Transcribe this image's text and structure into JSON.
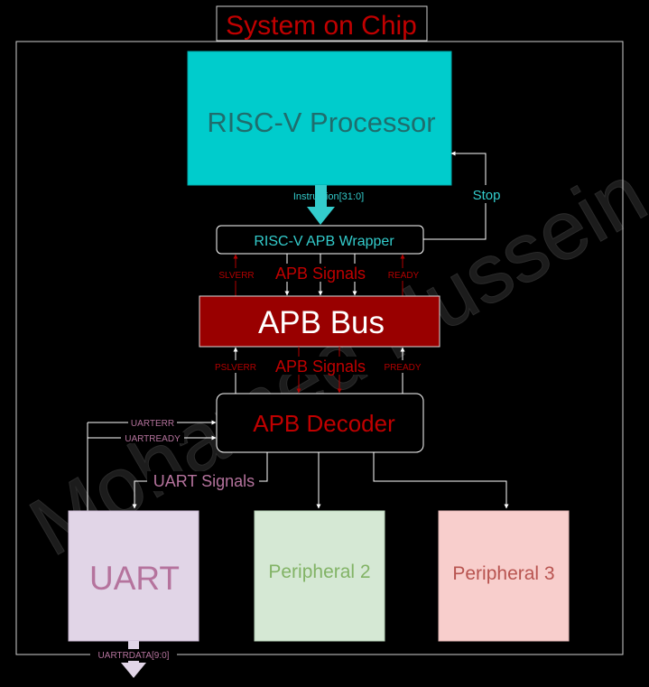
{
  "title": "System on Chip",
  "watermark": "Mohamed Hussein",
  "blocks": {
    "processor": "RISC-V Processor",
    "wrapper": "RISC-V APB Wrapper",
    "bus": "APB Bus",
    "decoder": "APB Decoder",
    "uart": "UART",
    "peripheral2": "Peripheral 2",
    "peripheral3": "Peripheral 3"
  },
  "signals": {
    "instruction": "Instruction[31:0]",
    "stop": "Stop",
    "apb_signals_top": "APB Signals",
    "apb_signals_bottom": "APB Signals",
    "slverr": "SLVERR",
    "ready": "READY",
    "pslverr": "PSLVERR",
    "pready": "PREADY",
    "uarterr": "UARTERR",
    "uartready": "UARTREADY",
    "uart_signals": "UART Signals",
    "uartrdata": "UARTRDATA[9:0]"
  },
  "colors": {
    "background": "#000000",
    "processor_fill": "#00cccc",
    "processor_text": "#1f6d6d",
    "accent_cyan": "#33cccc",
    "bus_fill": "#990000",
    "dark_red": "#b20000",
    "red_text": "#e03a3a",
    "uart_fill": "#e1d5e7",
    "uart_text": "#b5739d",
    "p2_fill": "#d5e8d4",
    "p2_text": "#82b366",
    "p3_fill": "#f8cecc",
    "p3_text": "#b85450",
    "watermark": "#1c1c1c"
  }
}
